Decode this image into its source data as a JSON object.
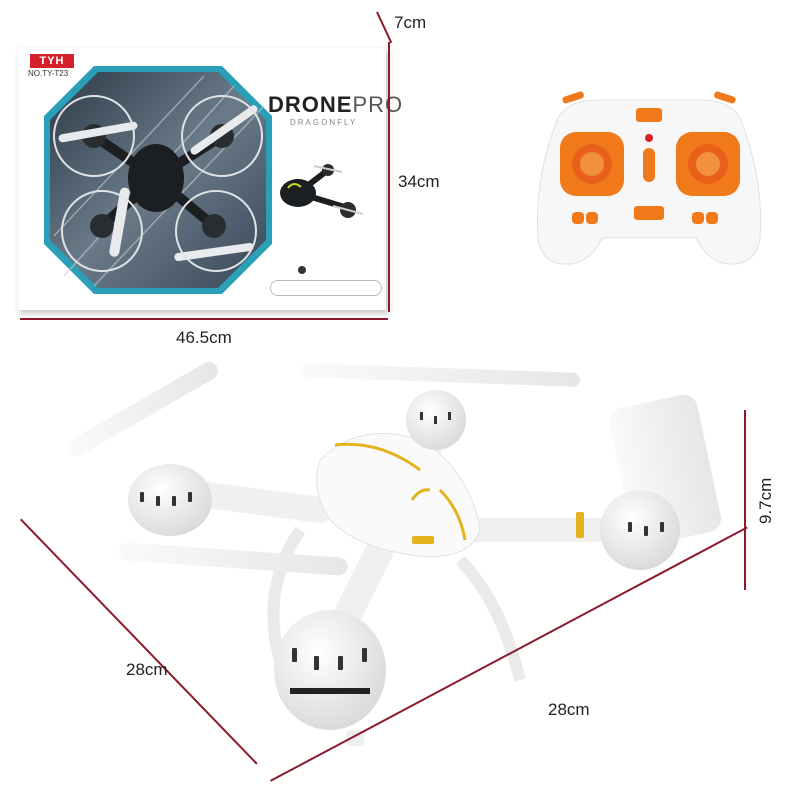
{
  "dimensions": {
    "box_depth": "7cm",
    "box_height": "34cm",
    "box_width": "46.5cm",
    "drone_height": "9.7cm",
    "drone_length": "28cm",
    "drone_width": "28cm"
  },
  "box": {
    "brand": "TYH",
    "model": "NO.TY-T23",
    "title_bold": "DRONE",
    "title_light": "PRO",
    "subtitle": "DRAGONFLY"
  },
  "colors": {
    "dimension_line": "#8b1a2b",
    "accent_orange": "#f07a1a",
    "drone_body": "#ffffff",
    "drone_trim": "#e3b21c"
  }
}
